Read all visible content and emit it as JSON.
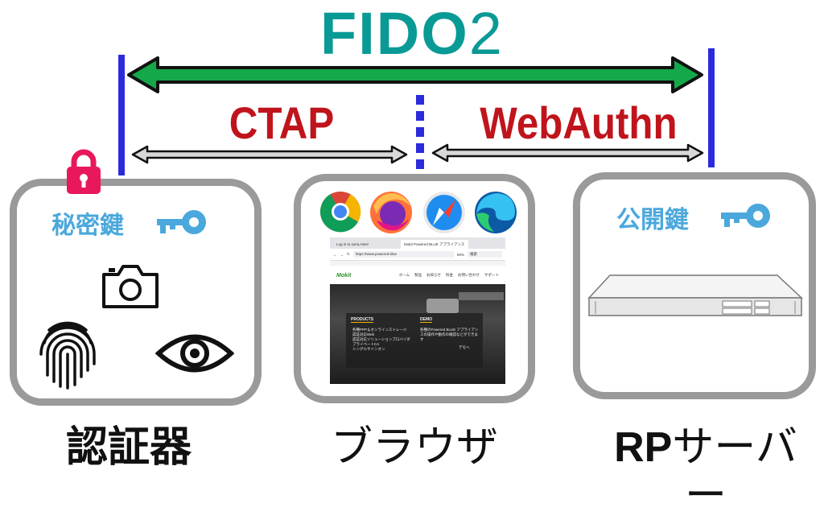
{
  "title": {
    "fido": "FIDO",
    "num": "2"
  },
  "protocols": {
    "ctap": "CTAP",
    "webauthn": "WebAuthn"
  },
  "authenticator": {
    "key_label": "秘密鍵",
    "caption": "認証器"
  },
  "browser": {
    "caption": "ブラウザ",
    "tabs": [
      "Log in to sumLAtest",
      "Mokit Powered BLUE アプライアンス"
    ],
    "url": "https://www.powered.blue",
    "zoom": "90%",
    "search": "検索",
    "site_nav": [
      "ホーム",
      "製品",
      "お知らせ",
      "料金",
      "お問い合わせ",
      "サポート"
    ],
    "products_heading": "PRODUCTS",
    "products_items": [
      "各種PPP＆オンラインストレージ",
      "認証対応Web",
      "認証対応ソリューションプロバイダ",
      "プライベートCA",
      "シングルサインオン"
    ],
    "demo_heading": "DEMO",
    "demo_text": "各種のPowered BLUE アプライアンスの操作や動作の確認などができます",
    "demo_link": "デモへ"
  },
  "server": {
    "key_label": "公開鍵",
    "caption_rp": "RP",
    "caption_rest": "サーバー"
  },
  "colors": {
    "teal": "#0a9a96",
    "green": "#14a84a",
    "red": "#c0141c",
    "blue": "#2b2bdc",
    "sky": "#4aa8dc",
    "pink": "#e8185a",
    "gray": "#9a9a9a"
  },
  "icons": [
    "lock-icon",
    "key-icon",
    "camera-icon",
    "fingerprint-icon",
    "eye-icon",
    "chrome-icon",
    "firefox-icon",
    "safari-icon",
    "edge-icon",
    "server-rack-icon"
  ]
}
